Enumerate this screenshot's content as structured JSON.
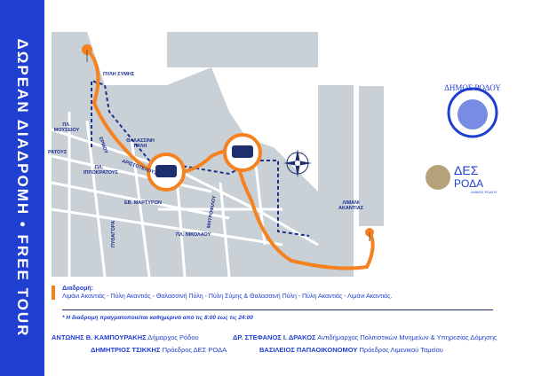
{
  "band_title": "ΔΩΡΕΑΝ ΔΙΑΔΡΟΜΗ • FREE TOUR",
  "map": {
    "labels": {
      "pyli_symis": "ΠΥΛΗ ΣΥΜΗΣ",
      "mouseiou": "ΠΛ. ΜΟΥΣΕΙΟΥ",
      "thalassini": "ΘΑΛΑΣΣΙΝΗ ΠΥΛΗ",
      "ratous": "ΡΑΤΟΥΣ",
      "ermou": "ΕΡΜΟΥ",
      "aristotelous": "ΑΡΙΣΤΟΤΕΛΟΥΣ",
      "ippokratous": "ΠΛ. ΙΠΠΟΚΡΑΤΟΥΣ",
      "martyron": "ΕΒ. ΜΑΡΤΥΡΩΝ",
      "pythagora": "ΠΥΘΑΓΟΡΑ",
      "nikolaou": "ΠΛ. ΝΙΚΟΛΑΟΥ",
      "mitrofilou": "ΜΗΤΡΟΦΙΛΟΥ",
      "akantias": "ΛΙΜΑΝΙ ΑΚΑΝΤΙΑΣ"
    }
  },
  "logos": {
    "municipality": "ΔΗΜΟΣ ΡΟΔΟΥ",
    "des_top": "ΔΕΣ",
    "des_bottom": "ΡΟΔΑ",
    "des_sub": "ΔΗΜΟΣ ΡΟΔΟΥ"
  },
  "route": {
    "title": "Διαδρομή:",
    "description": "Λιμάνι Ακαντιάς - Πύλη Ακαντιάς - Θαλασσινή Πύλη - Πύλη Σύμης & Θαλασσινή Πύλη - Πύλη Ακαντιάς - Λιμάνι Ακαντιάς."
  },
  "note": "* Η διαδρομή πραγματοποιείται καθημερινά από τις 8:00 έως τις 24:00",
  "signatures": [
    {
      "name": "ΑΝΤΩΝΗΣ Β. ΚΑΜΠΟΥΡΑΚΗΣ",
      "role": "Δήμαρχος Ρόδου"
    },
    {
      "name": "ΔΡ. ΣΤΕΦΑΝΟΣ Ι. ΔΡΑΚΟΣ",
      "role": "Αντιδήμαρχος Πολιτιστικών Μνημείων & Υπηρεσίας Δόμησης"
    },
    {
      "name": "ΔΗΜΗΤΡΙΟΣ ΤΣΙΚΚΗΣ",
      "role": "Πρόεδρος ΔΕΣ ΡΟΔΑ"
    },
    {
      "name": "ΒΑΣΙΛΕΙΟΣ ΠΑΠΑΟΙΚΟΝΟΜΟΥ",
      "role": "Πρόεδρος Λιμενικού Ταμείου"
    }
  ],
  "colors": {
    "band": "#1f3fd0",
    "route": "#f5821f",
    "land": "#c9d0d6"
  }
}
